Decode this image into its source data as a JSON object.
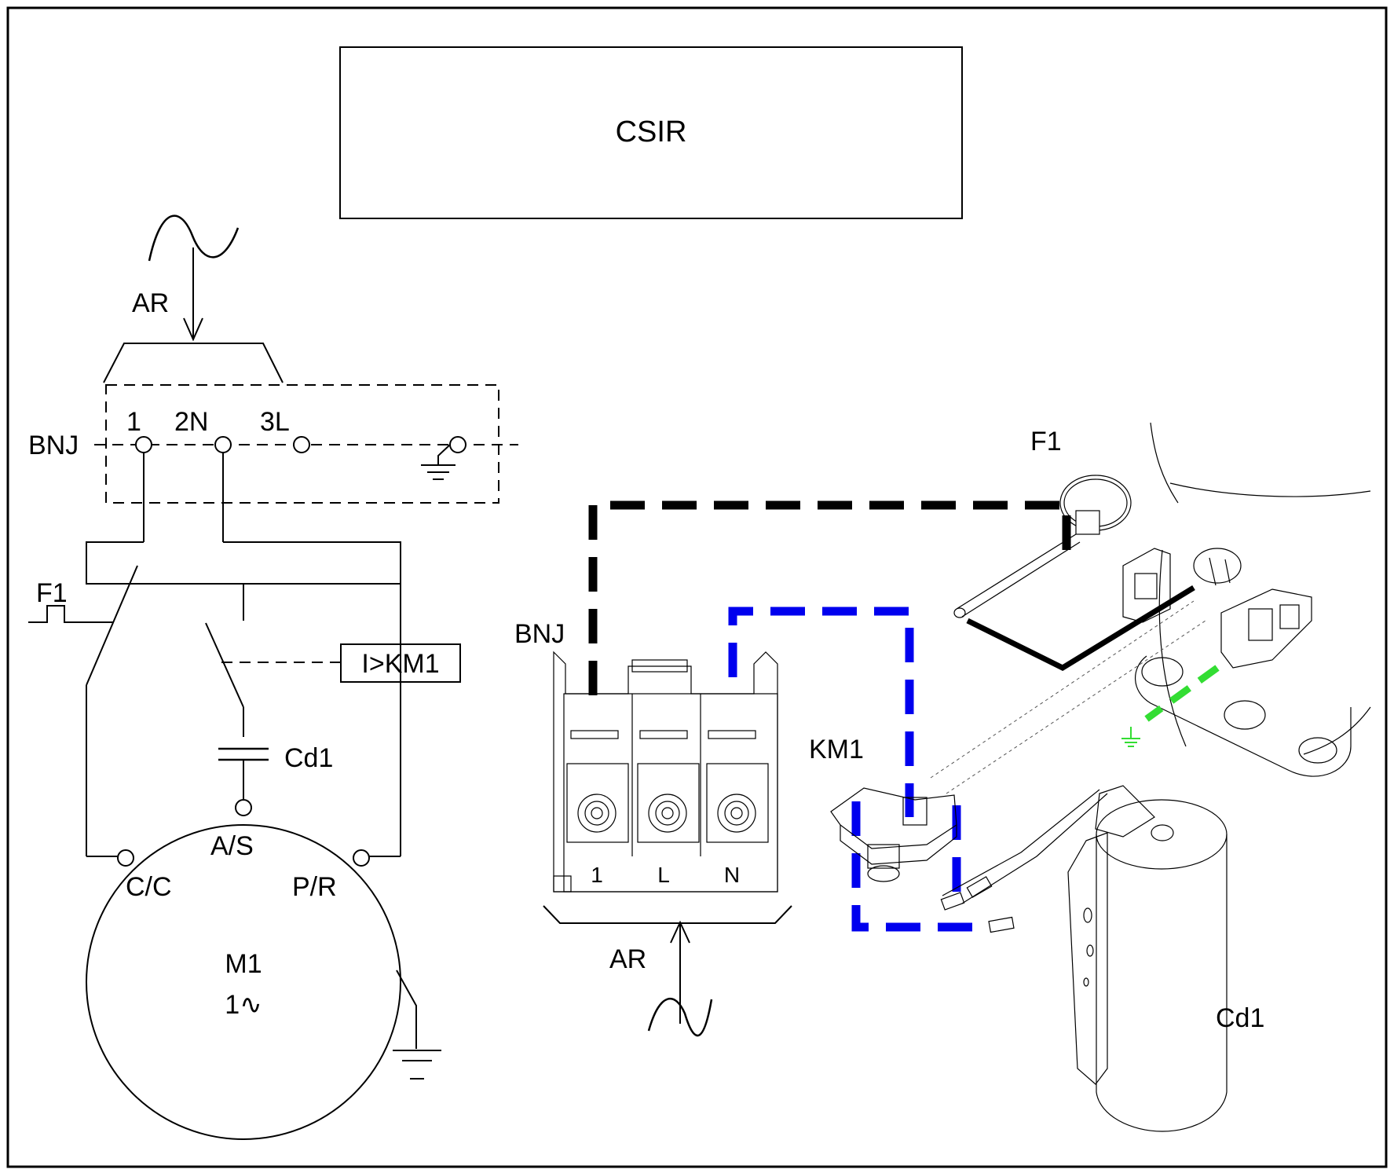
{
  "title": "CSIR",
  "schematic": {
    "supply_label": "AR",
    "terminal_block_label": "BNJ",
    "terminals": [
      "1",
      "2N",
      "3L"
    ],
    "overload_label": "F1",
    "relay_label": "I>KM1",
    "capacitor_label": "Cd1",
    "motor": {
      "start_terminal": "A/S",
      "common_terminal": "C/C",
      "run_terminal": "P/R",
      "name": "M1",
      "phase": "1∿"
    }
  },
  "wiring": {
    "terminal_block_label": "BNJ",
    "terminal_markings": [
      "1",
      "L",
      "N"
    ],
    "supply_label": "AR",
    "overload_label": "F1",
    "relay_label": "KM1",
    "capacitor_label": "Cd1"
  },
  "colors": {
    "frame": "#000000",
    "wire_black": "#000000",
    "wire_blue": "#0000ee",
    "wire_green": "#33dd33"
  },
  "icons": [
    "sine-wave-icon",
    "ground-icon",
    "screw-icon"
  ]
}
